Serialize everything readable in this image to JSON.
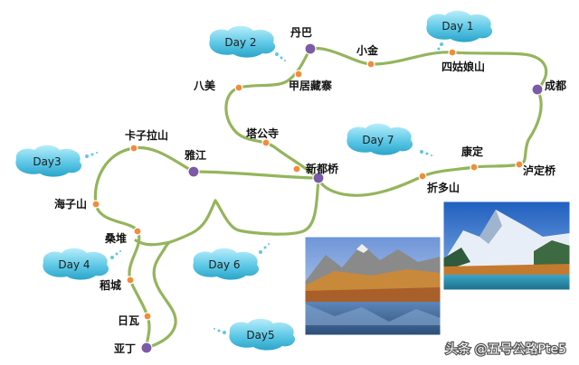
{
  "colors": {
    "route": "#94b55c",
    "waypoint": "#f28c3a",
    "major_node": "#7b5aa6",
    "cloud": "#5ec8e6",
    "cloud_dark": "#2aa4c9"
  },
  "places": {
    "danba": "丹巴",
    "xiaojin": "小金",
    "siguniangshan": "四姑娘山",
    "chengdu": "成都",
    "jiaju": "甲居藏寨",
    "bamei": "八美",
    "tagongsi": "塔公寺",
    "xinduqiao": "新都桥",
    "kangding": "康定",
    "luding": "泸定桥",
    "zheduoshan": "折多山",
    "kazilashan": "卡子拉山",
    "yajiang": "雅江",
    "haizishan": "海子山",
    "sangdui": "桑堆",
    "daocheng": "稻城",
    "riwa": "日瓦",
    "yading": "亚丁"
  },
  "days": {
    "day1": "Day 1",
    "day2": "Day 2",
    "day3": "Day3",
    "day4": "Day 4",
    "day5": "Day5",
    "day6": "Day 6",
    "day7": "Day 7"
  },
  "photos": {
    "left": "mountain-lake-autumn-photo",
    "right": "snow-peak-lake-photo"
  },
  "watermark": "头条 @五号公路Pte5"
}
